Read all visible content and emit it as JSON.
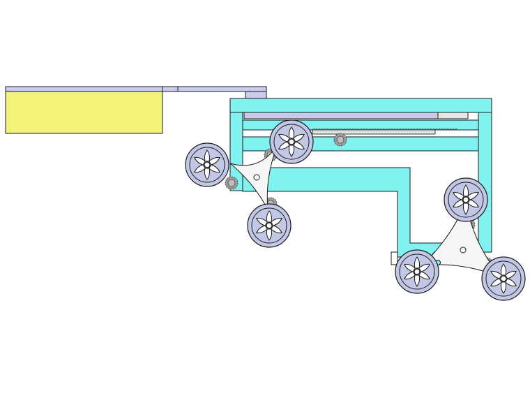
{
  "colors": {
    "background": "#ffffff",
    "frame": "#80f2f0",
    "frame_stroke": "#1a1a1a",
    "platform": "#f3f37a",
    "rail": "#c9cbef",
    "wheel_tire": "#c3c7e6",
    "wheel_hub": "#ffffff",
    "triangle": "#f6f6f6",
    "gear": "#9a9a9a"
  },
  "components": {
    "platform": "yellow-platform",
    "rail": "top-rail",
    "frame": "cyan-frame",
    "rack": "rack-gear",
    "tri_star_wheel_sets": [
      "front-tri-star-wheel-set",
      "rear-tri-star-wheel-set"
    ]
  }
}
